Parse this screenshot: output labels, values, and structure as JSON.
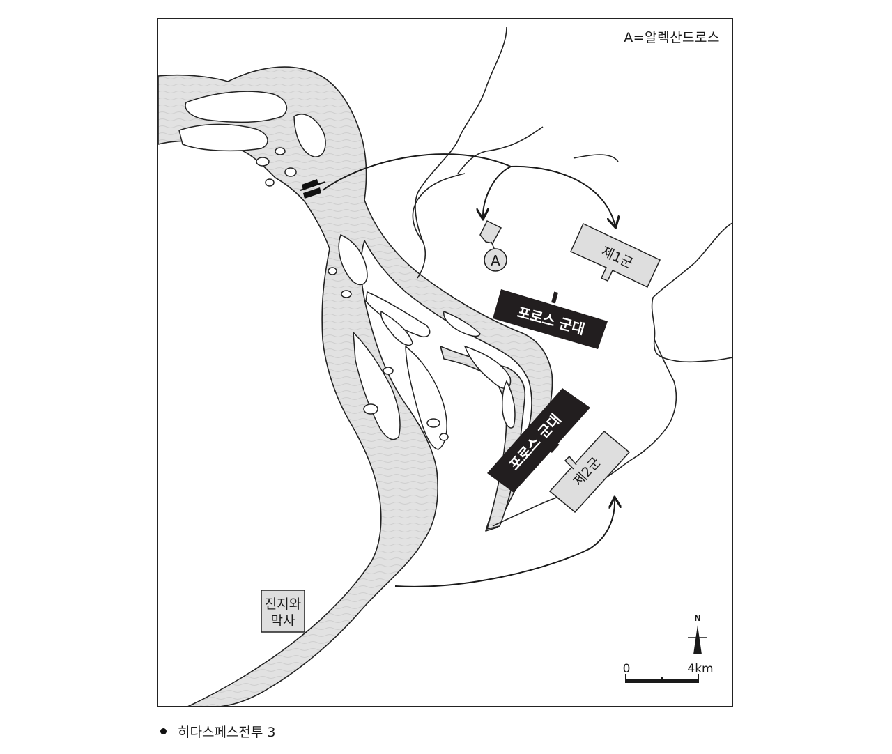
{
  "legend": {
    "note": "A=알렉산드로스"
  },
  "labels": {
    "alexander": "A",
    "first_army": "제1군",
    "second_army": "제2군",
    "porus_army_north": "포로스 군대",
    "porus_army_south": "포로스 군대",
    "camp_line1": "진지와",
    "camp_line2": "막사"
  },
  "compass": {
    "north": "N"
  },
  "scale": {
    "start": "0",
    "end": "4km"
  },
  "caption": "히다스페스전투 3",
  "colors": {
    "river": "#e4e4e4",
    "unit_gray": "#dddddd",
    "porus": "#221e1f",
    "ink": "#1a1a1a"
  }
}
